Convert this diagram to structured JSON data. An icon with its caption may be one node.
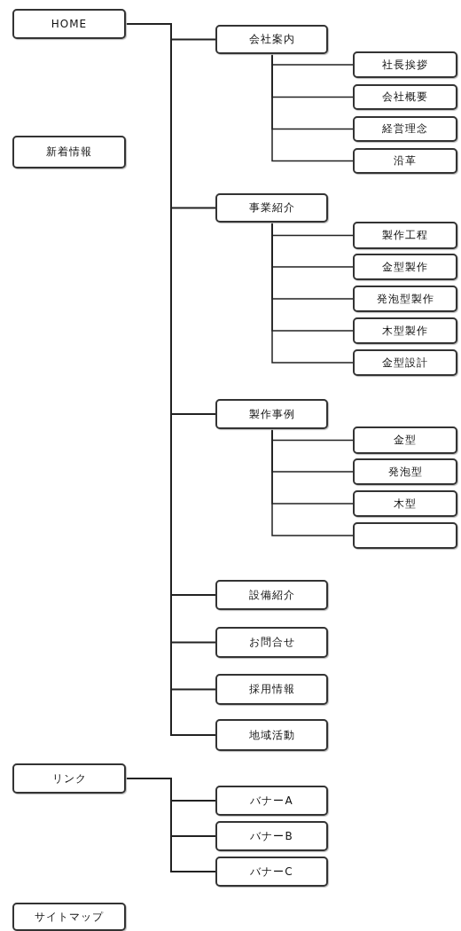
{
  "diagram": {
    "nodes": [
      {
        "text": [
          "HOME"
        ]
      },
      {
        "text": [
          "会社案内"
        ]
      },
      {
        "text": [
          "社長挨拶"
        ]
      },
      {
        "text": [
          "会社概要"
        ]
      },
      {
        "text": [
          "経営理念"
        ]
      },
      {
        "text": [
          "沿革"
        ]
      },
      {
        "text": [
          "新着情報"
        ]
      },
      {
        "text": [
          "事業紹介"
        ]
      },
      {
        "text": [
          "製作工程"
        ]
      },
      {
        "text": [
          "金型製作"
        ]
      },
      {
        "text": [
          "発泡型製作"
        ]
      },
      {
        "text": [
          "木型製作"
        ]
      },
      {
        "text": [
          "金型設計"
        ]
      },
      {
        "text": [
          "製作事例"
        ]
      },
      {
        "text": [
          "金型"
        ]
      },
      {
        "text": [
          "発泡型"
        ]
      },
      {
        "text": [
          "木型"
        ]
      },
      {
        "text": [],
        "shape": "box"
      },
      {
        "text": [
          "設備紹介"
        ]
      },
      {
        "text": [
          "お問合せ"
        ]
      },
      {
        "text": [
          "採用情報"
        ]
      },
      {
        "text": [
          "地域活動"
        ]
      },
      {
        "text": [
          "リンク"
        ]
      },
      {
        "text": [
          "バナーA"
        ]
      },
      {
        "text": [
          "バナーB"
        ]
      },
      {
        "text": [
          "バナーC"
        ]
      },
      {
        "text": [
          "サイトマップ"
        ]
      }
    ],
    "edges": [
      {
        "from": 0,
        "to": 1,
        "arrow": "none"
      },
      {
        "from": 1,
        "to": 2,
        "arrow": "none"
      },
      {
        "from": 1,
        "to": 3,
        "arrow": "none"
      },
      {
        "from": 1,
        "to": 4,
        "arrow": "none"
      },
      {
        "from": 1,
        "to": 5,
        "arrow": "none"
      },
      {
        "from": 0,
        "to": 7,
        "arrow": "none"
      },
      {
        "from": 7,
        "to": 8,
        "arrow": "none"
      },
      {
        "from": 7,
        "to": 9,
        "arrow": "none"
      },
      {
        "from": 7,
        "to": 10,
        "arrow": "none"
      },
      {
        "from": 7,
        "to": 11,
        "arrow": "none"
      },
      {
        "from": 7,
        "to": 12,
        "arrow": "none"
      },
      {
        "from": 0,
        "to": 13,
        "arrow": "none"
      },
      {
        "from": 13,
        "to": 14,
        "arrow": "none"
      },
      {
        "from": 13,
        "to": 15,
        "arrow": "none"
      },
      {
        "from": 13,
        "to": 16,
        "arrow": "none"
      },
      {
        "from": 13,
        "to": 17,
        "arrow": "none"
      },
      {
        "from": 0,
        "to": 18,
        "arrow": "none"
      },
      {
        "from": 0,
        "to": 19,
        "arrow": "none"
      },
      {
        "from": 0,
        "to": 20,
        "arrow": "none"
      },
      {
        "from": 0,
        "to": 21,
        "arrow": "none"
      },
      {
        "from": 22,
        "to": 23,
        "arrow": "none"
      },
      {
        "from": 22,
        "to": 24,
        "arrow": "none"
      },
      {
        "from": 22,
        "to": 25,
        "arrow": "none"
      }
    ]
  }
}
